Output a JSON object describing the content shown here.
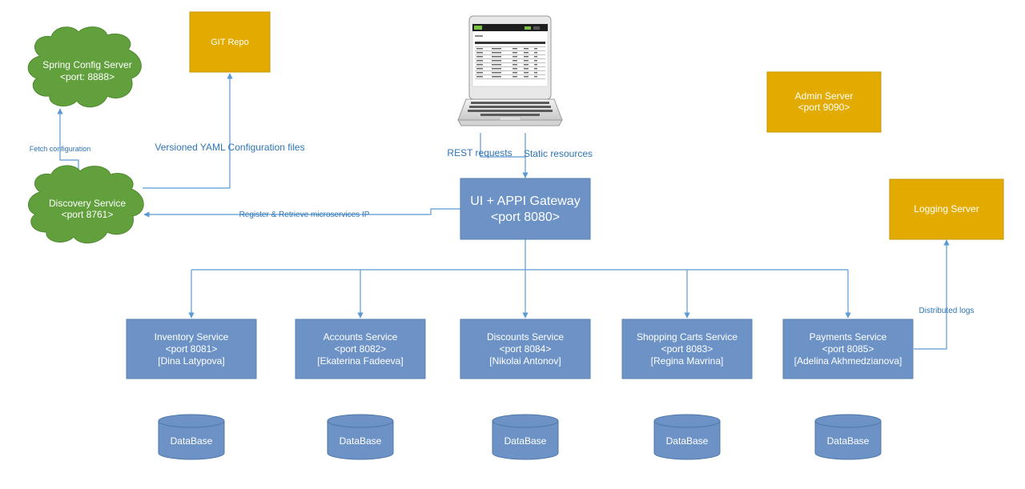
{
  "nodes": {
    "config_server": {
      "line1": "Spring Config Server",
      "line2": "<port: 8888>"
    },
    "git_repo": {
      "label": "GIT Repo"
    },
    "discovery": {
      "line1": "Discovery Service",
      "line2": "<port 8761>"
    },
    "gateway": {
      "line1": "UI + APPI Gateway",
      "line2": "<port 8080>"
    },
    "admin": {
      "line1": "Admin Server",
      "line2": "<port 9090>"
    },
    "logging": {
      "label": "Logging Server"
    },
    "services": [
      {
        "name": "Inventory Service",
        "port": "<port 8081>",
        "owner": "[Dina Latypova]"
      },
      {
        "name": "Accounts Service",
        "port": "<port 8082>",
        "owner": "[Ekaterina Fadeeva]"
      },
      {
        "name": "Discounts Service",
        "port": "<port 8084>",
        "owner": "[Nikolai Antonov]"
      },
      {
        "name": "Shopping Carts Service",
        "port": "<port 8083>",
        "owner": "[Regina Mavrina]"
      },
      {
        "name": "Payments Service",
        "port": "<port 8085>",
        "owner": "[Adelina Akhmedzianova]"
      }
    ],
    "database_label": "DataBase"
  },
  "edges": {
    "fetch_config": "Fetch configuration",
    "versioned_yaml": "Versioned YAML Configuration files",
    "rest_requests": "REST requests",
    "static_resources": "Static resources",
    "register_retrieve": "Register & Retrieve microservices IP",
    "distributed_logs": "Distributed logs"
  },
  "colors": {
    "service_blue": "#6d93c6",
    "gold": "#e3ab00",
    "cloud_green": "#62a03e",
    "connector_blue": "#5b9bd5",
    "label_blue": "#2e74b5"
  },
  "icons": {
    "client": "laptop-icon"
  }
}
